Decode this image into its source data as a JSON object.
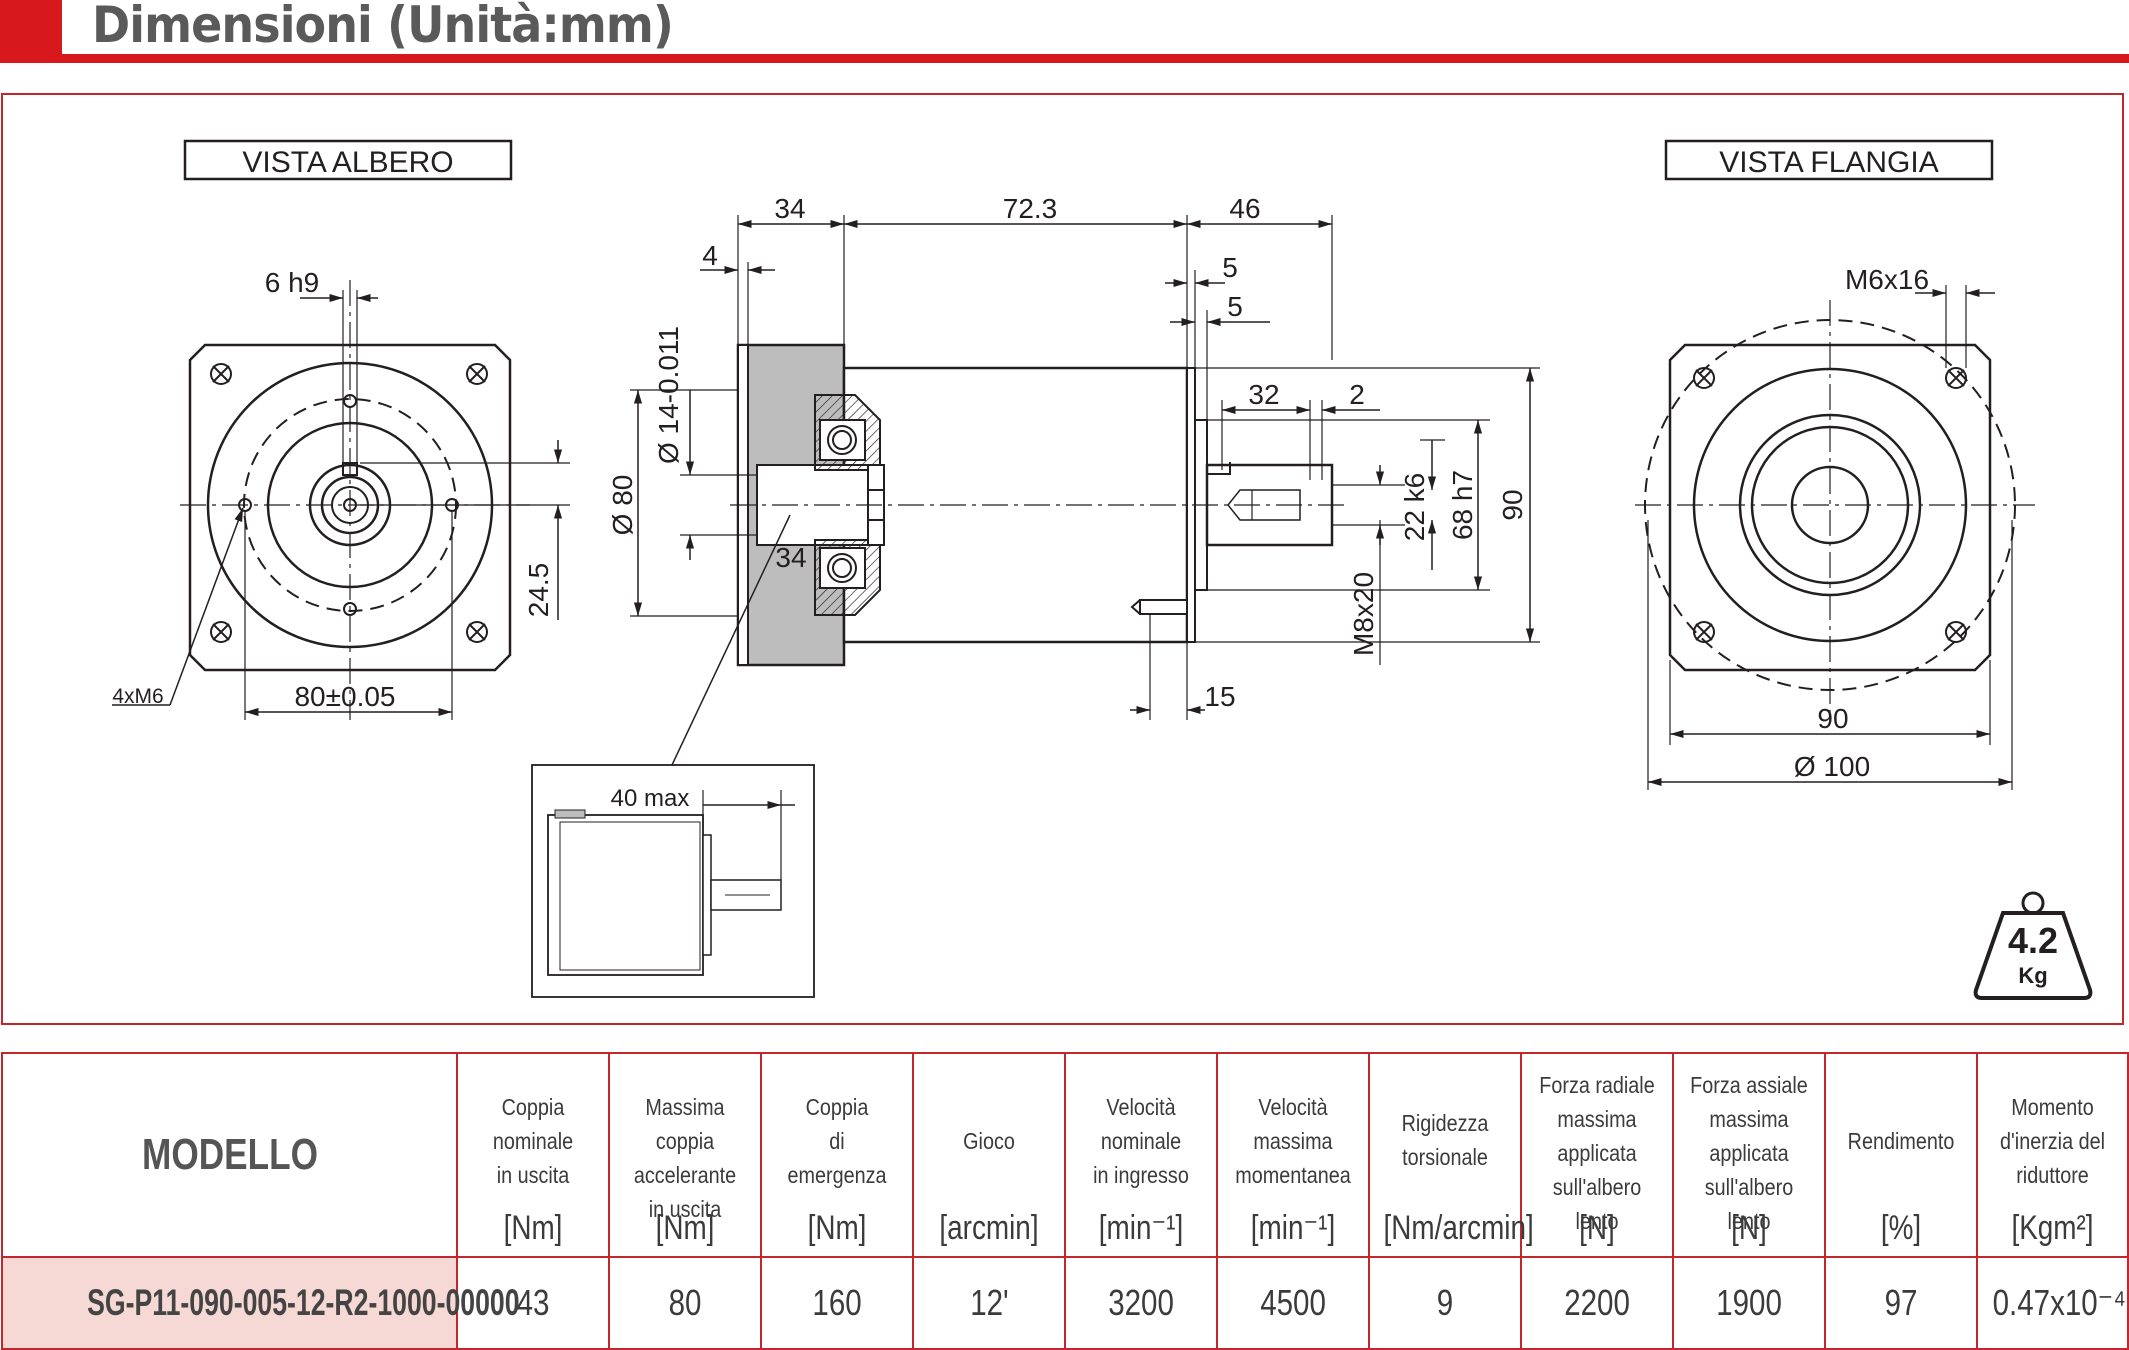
{
  "header": {
    "title": "Dimensioni (Unità:mm)"
  },
  "drawing": {
    "view_shaft_label": "VISTA ALBERO",
    "view_flange_label": "VISTA FLANGIA",
    "dims": {
      "key_width": "6 h9",
      "holes": "4xM6",
      "pcd": "80±0.05",
      "key_height": "24.5",
      "len_34": "34",
      "len_72_3": "72.3",
      "len_46": "46",
      "len_4": "4",
      "len_5a": "5",
      "len_5b": "5",
      "len_32": "32",
      "len_2": "2",
      "dia_14": "Ø 14-0.011",
      "dia_80": "Ø 80",
      "dia_22": "22 k6",
      "dia_68": "68 h7",
      "size_90": "90",
      "thread_m8": "M8x20",
      "len_15": "15",
      "callout_34": "34",
      "max_40": "40 max",
      "flange_m6": "M6x16",
      "flange_90": "90",
      "flange_dia_100": "Ø 100"
    },
    "weight": {
      "value": "4.2",
      "unit": "Kg"
    }
  },
  "table": {
    "model_header": "MODELLO",
    "columns": [
      {
        "label": [
          "Coppia",
          "nominale",
          "in uscita"
        ],
        "unit": "[Nm]"
      },
      {
        "label": [
          "Massima coppia",
          "accelerante",
          "in uscita"
        ],
        "unit": "[Nm]"
      },
      {
        "label": [
          "Coppia",
          "di",
          "emergenza"
        ],
        "unit": "[Nm]"
      },
      {
        "label": [
          "",
          "Gioco",
          ""
        ],
        "unit": "[arcmin]"
      },
      {
        "label": [
          "Velocità",
          "nominale",
          "in ingresso"
        ],
        "unit": "[min⁻¹]"
      },
      {
        "label": [
          "Velocità",
          "massima",
          "momentanea"
        ],
        "unit": "[min⁻¹]"
      },
      {
        "label": [
          "Rigidezza",
          "torsionale",
          ""
        ],
        "unit": "[Nm/arcmin]"
      },
      {
        "label": [
          "Forza radiale",
          "massima",
          "applicata",
          "sull'albero lento"
        ],
        "unit": "[N]"
      },
      {
        "label": [
          "Forza assiale",
          "massima",
          "applicata",
          "sull'albero lento"
        ],
        "unit": "[N]"
      },
      {
        "label": [
          "",
          "Rendimento",
          ""
        ],
        "unit": "[%]"
      },
      {
        "label": [
          "Momento",
          "d'inerzia del",
          "riduttore"
        ],
        "unit": "[Kgm²]"
      }
    ],
    "rows": [
      {
        "model": "SG-P11-090-005-12-R2-1000-00000",
        "values": [
          "43",
          "80",
          "160",
          "12'",
          "3200",
          "4500",
          "9",
          "2200",
          "1900",
          "97",
          "0.47x10⁻⁴"
        ]
      }
    ]
  }
}
